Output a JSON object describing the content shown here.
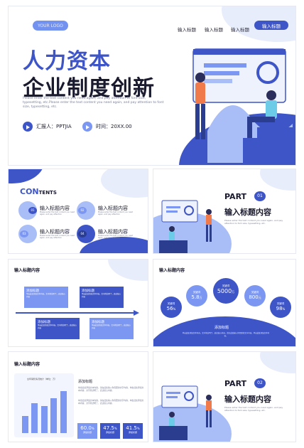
{
  "cover": {
    "logo": "YOUR LOGO",
    "nav": [
      "输入标题",
      "输入标题",
      "输入标题"
    ],
    "nav_active": "输入标题",
    "title_line1": "人力资本",
    "title_line2": "企业制度创新",
    "body": "Please enter the text content you need again, and pay attention to font size, typesetting, etc.Please enter the text content you need again, and pay attention to font size, typesetting, etc.",
    "reporter_label": "汇报人：PPTJIA",
    "time_label": "时间：20XX.00"
  },
  "contents": {
    "title_a": "CON",
    "title_b": "TENTS",
    "items": [
      {
        "num": "01",
        "label": "输入标题内容",
        "desc": "Please enter the text content you need again, and pay attention"
      },
      {
        "num": "02",
        "label": "输入标题内容",
        "desc": "Please enter the text content you need again, and pay attention"
      },
      {
        "num": "03",
        "label": "输入标题内容",
        "desc": "Please enter the text content you need again, and pay attention"
      },
      {
        "num": "04",
        "label": "输入标题内容",
        "desc": "Please enter the text content you need again, and pay attention"
      }
    ]
  },
  "part1": {
    "part_word": "PART",
    "num": "01",
    "title": "输入标题内容",
    "desc": "Please enter the text content you need again, and pay attention to font size, typesetting, etc."
  },
  "timeline": {
    "title": "输入标题内容",
    "cards": [
      {
        "title": "添加标题",
        "text": "单击此处添加文本内容，文字简洁明了，表达核心内容"
      },
      {
        "title": "添加标题",
        "text": "单击此处添加文本内容，文字简洁明了，表达核心内容"
      },
      {
        "title": "添加标题",
        "text": "单击此处添加文本内容，文字简洁明了，表达核心内容"
      },
      {
        "title": "添加标题",
        "text": "单击此处添加文本内容，文字简洁明了，表达核心内容"
      }
    ]
  },
  "keywords": {
    "title": "输入标题内容",
    "items": [
      {
        "label": "关键词",
        "value": "56",
        "unit": "%"
      },
      {
        "label": "关键词",
        "value": "5.8",
        "unit": "万"
      },
      {
        "label": "关键词",
        "value": "5000",
        "unit": "万"
      },
      {
        "label": "关键词",
        "value": "800",
        "unit": "元"
      },
      {
        "label": "关键词",
        "value": "98",
        "unit": "%"
      }
    ],
    "add_title": "添加标题",
    "add_text": "单击此处添加文本内容，文字简洁明了，表达核心内容。请在此处输入你需要的文字内容，单击此处添加文本内容。"
  },
  "barslide": {
    "title": "输入标题内容",
    "chart_caption": "全年销售情况统计（单位：万）",
    "add_title": "添加标题",
    "para1": "单击此处添加文本内容，请在此处输入你需要的文字内容，单击此处添加文本内容，文字简洁明了，表达核心内容。",
    "para2": "单击此处添加文本内容，请在此处输入你需要的文字内容，单击此处添加文本内容，文字简洁明了，表达核心内容。",
    "stats": [
      {
        "value": "60.0",
        "unit": "%",
        "label": "添加标题"
      },
      {
        "value": "47.5",
        "unit": "%",
        "label": "添加标题"
      },
      {
        "value": "41.5",
        "unit": "%",
        "label": "添加标题"
      }
    ],
    "bar_levels": [
      0.35,
      0.6,
      0.55,
      0.7,
      0.85
    ]
  },
  "part2": {
    "part_word": "PART",
    "num": "02",
    "title": "输入标题内容",
    "desc": "Please enter the text content you need again, and pay attention to font size, typesetting, etc."
  },
  "colors": {
    "accent": "#3e55c8",
    "light": "#7c97f2",
    "pale": "#a9bdf7"
  }
}
